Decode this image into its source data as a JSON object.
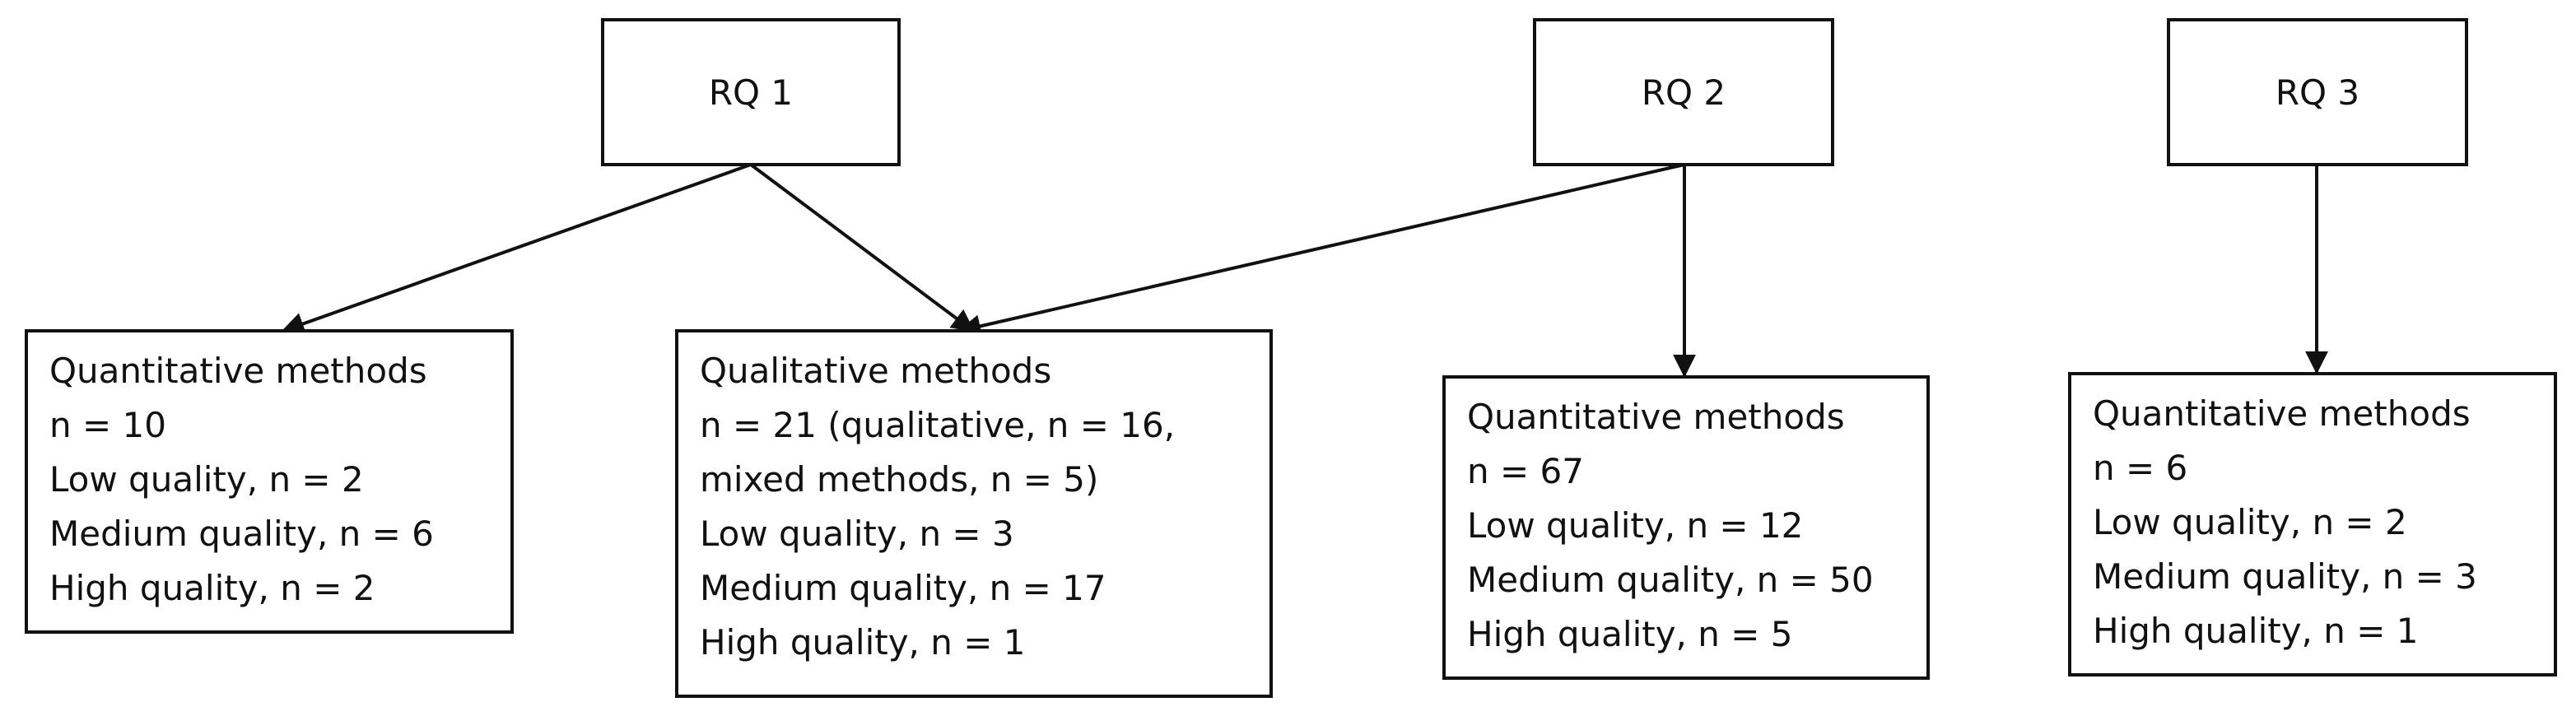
{
  "rq_nodes": [
    {
      "label": "RQ 1"
    },
    {
      "label": "RQ 2"
    },
    {
      "label": "RQ 3"
    }
  ],
  "method_boxes": [
    {
      "lines": [
        "Quantitative methods",
        "n = 10",
        "Low quality, n = 2",
        "Medium quality, n = 6",
        "High quality, n = 2"
      ]
    },
    {
      "lines": [
        "Qualitative methods",
        "n = 21 (qualitative, n = 16,",
        "mixed methods, n = 5)",
        "Low quality, n = 3",
        "Medium quality, n = 17",
        "High quality, n = 1"
      ]
    },
    {
      "lines": [
        "Quantitative methods",
        "n = 67",
        "Low quality, n = 12",
        "Medium quality, n = 50",
        "High quality, n = 5"
      ]
    },
    {
      "lines": [
        "Quantitative methods",
        "n = 6",
        "Low quality, n = 2",
        "Medium quality, n = 3",
        "High quality, n = 1"
      ]
    }
  ],
  "edges": [
    {
      "from": "RQ 1",
      "to": "Quantitative methods (RQ 1)"
    },
    {
      "from": "RQ 1",
      "to": "Qualitative methods"
    },
    {
      "from": "RQ 2",
      "to": "Qualitative methods"
    },
    {
      "from": "RQ 2",
      "to": "Quantitative methods (RQ 2)"
    },
    {
      "from": "RQ 3",
      "to": "Quantitative methods (RQ 3)"
    }
  ]
}
